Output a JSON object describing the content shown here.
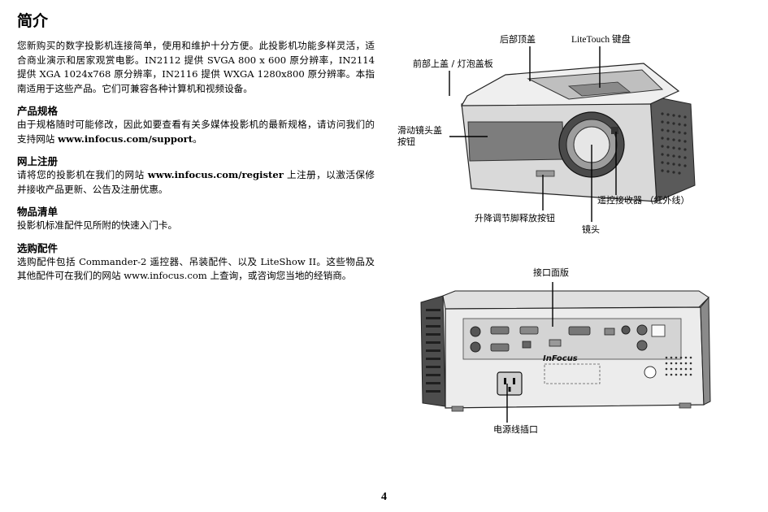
{
  "title": "简介",
  "intro": {
    "text": "您新购买的数字投影机连接简单，使用和维护十分方便。此投影机功能多样灵活，适合商业演示和居家观赏电影。IN2112 提供 SVGA 800 x 600 原分辨率，IN2114 提供 XGA 1024x768 原分辨率，IN2116 提供 WXGA 1280x800 原分辨率。本指南适用于这些产品。它们可兼容各种计算机和视频设备。"
  },
  "sections": [
    {
      "heading": "产品规格",
      "before": "由于规格随时可能修改，因此如要查看有关多媒体投影机的最新规格，请访问我们的支持网站 ",
      "link": "www.infocus.com/support",
      "after": "。"
    },
    {
      "heading": "网上注册",
      "before": "请将您的投影机在我们的网站 ",
      "link": "www.infocus.com/register",
      "after": " 上注册，以激活保修并接收产品更新、公告及注册优惠。"
    },
    {
      "heading": "物品清单",
      "text": "投影机标准配件见所附的快速入门卡。"
    },
    {
      "heading": "选购配件",
      "text": "选购配件包括 Commander-2 遥控器、吊装配件、以及 LiteShow II。这些物品及其他配件可在我们的网站 www.infocus.com 上查询，或咨询您当地的经销商。"
    }
  ],
  "top_diagram": {
    "labels": {
      "rear_top_cover": "后部顶盖",
      "litetouch_keypad": "LiteTouch 键盘",
      "front_top_cover": "前部上盖 / 灯泡盖板",
      "lens_cover_button_line1": "滑动镜头盖",
      "lens_cover_button_line2": "按钮",
      "ir_receiver": "遥控接收器 （红外线）",
      "elevator_button": "升降调节脚释放按钮",
      "lens": "镜头"
    }
  },
  "bottom_diagram": {
    "labels": {
      "connector_panel": "接口面版",
      "power_cord_socket": "电源线插口"
    },
    "logo": "InFocus"
  },
  "page_number": "4"
}
